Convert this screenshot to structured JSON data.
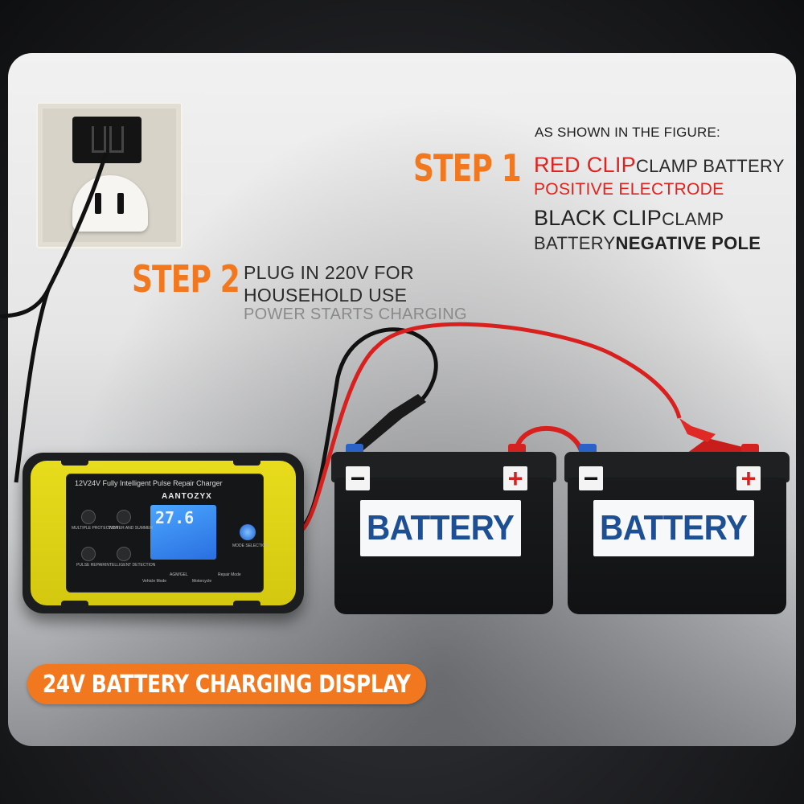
{
  "instructions": {
    "note": "AS SHOWN IN THE FIGURE:",
    "step1": {
      "title": "STEP 1",
      "red_clip": "RED CLIP",
      "red_clip_action": "CLAMP BATTERY",
      "red_clip_target": "POSITIVE ELECTRODE",
      "black_clip": "BLACK CLIP",
      "black_clip_action": "CLAMP",
      "black_clip_target_prefix": "BATTERY",
      "black_clip_target": "NEGATIVE POLE"
    },
    "step2": {
      "title": "STEP 2",
      "line1": "PLUG IN 220V FOR",
      "line2": "HOUSEHOLD USE",
      "line3": "POWER STARTS CHARGING"
    }
  },
  "charger": {
    "title": "12V24V Fully Intelligent Pulse Repair Charger",
    "brand": "AANTOZYX",
    "lcd_value": "27.6",
    "buttons": [
      "MULTIPLE PROTECTION",
      "WINTER AND SUMMER",
      "PULSE REPAIR",
      "INTELLIGENT DETECTION"
    ],
    "mode_label": "MODE SELECTION",
    "modes": [
      "Vehicle Mode",
      "AGM/GEL",
      "Motorcycle",
      "Repair Mode"
    ]
  },
  "batteries": [
    {
      "label": "BATTERY",
      "negative_sign": "−",
      "positive_sign": "+"
    },
    {
      "label": "BATTERY",
      "negative_sign": "−",
      "positive_sign": "+"
    }
  ],
  "banner": {
    "text": "24V BATTERY CHARGING DISPLAY"
  },
  "colors": {
    "accent_orange": "#f2781f",
    "red": "#e0231f",
    "battery_blue": "#1d4f94"
  }
}
